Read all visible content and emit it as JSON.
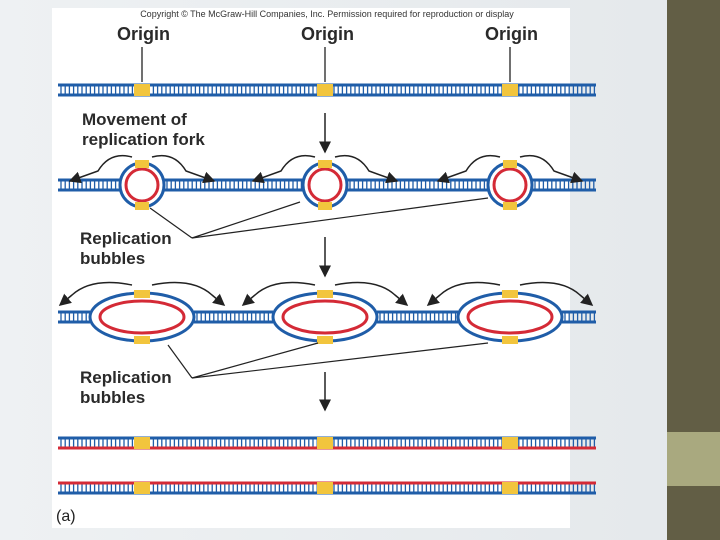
{
  "copyright": "Copyright © The McGraw-Hill Companies, Inc. Permission required for reproduction or display",
  "origin_label": "Origin",
  "movement_label": [
    "Movement of",
    "replication fork"
  ],
  "bubbles_label": [
    "Replication",
    "bubbles"
  ],
  "figure_label": "(a)",
  "colors": {
    "parental_strand": "#1f5da8",
    "new_strand": "#d42a36",
    "origin": "#f2c53d",
    "sidebar": "#625e45",
    "sidebar_accent": "#a9a97f"
  }
}
